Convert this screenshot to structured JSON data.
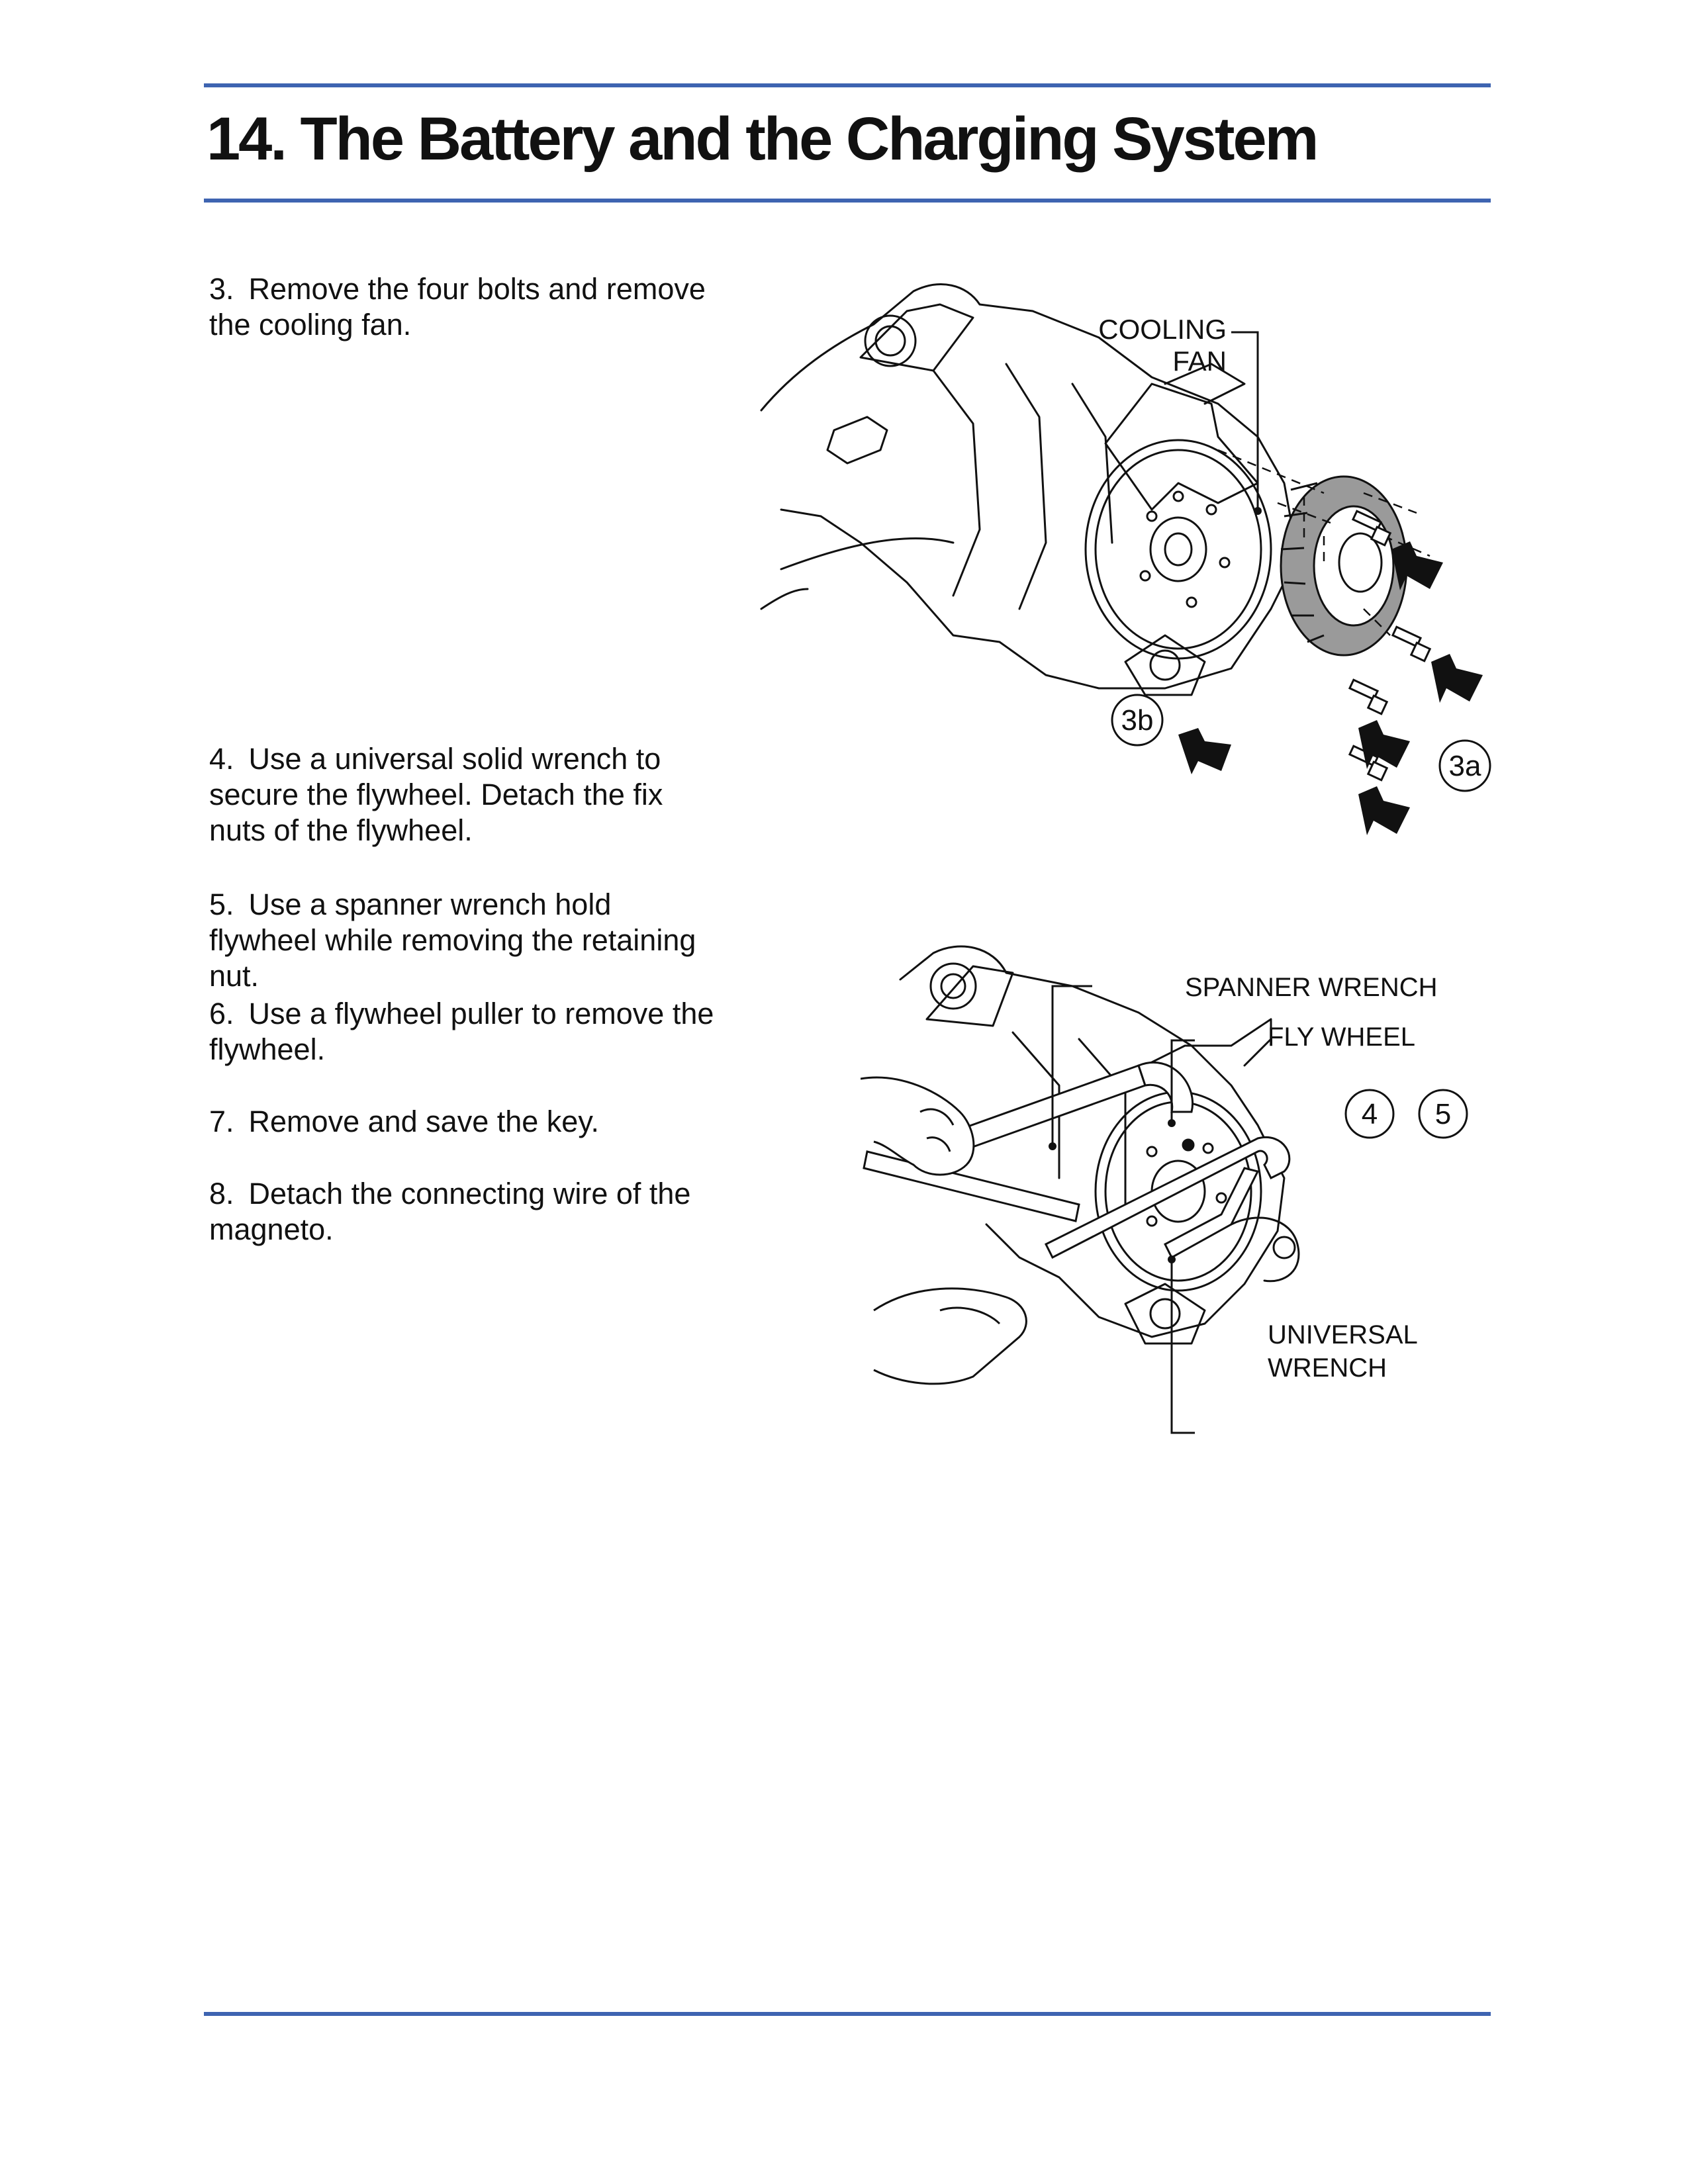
{
  "header": {
    "title": "14. The Battery and the Charging System"
  },
  "steps": [
    {
      "number": "3.",
      "text": "Remove the four bolts and remove the cooling fan."
    },
    {
      "number": "4.",
      "text": "Use a universal solid wrench to secure the flywheel. Detach the fix nuts of the flywheel."
    },
    {
      "number": "5.",
      "text": "Use a spanner wrench hold flywheel while removing the retaining nut."
    },
    {
      "number": "6.",
      "text": "Use a flywheel puller to remove the flywheel."
    },
    {
      "number": "7.",
      "text": "Remove and save the key."
    },
    {
      "number": "8.",
      "text": "Detach the connecting wire of the magneto."
    }
  ],
  "figure_fan": {
    "label_line1": "COOLING",
    "label_line2": "FAN",
    "callout_3b": "3b",
    "callout_3a": "3a"
  },
  "figure_flywheel": {
    "label_spanner": "SPANNER WRENCH",
    "label_flywheel": "FLY WHEEL",
    "label_universal_line1": "UNIVERSAL",
    "label_universal_line2": "WRENCH",
    "callout_4": "4",
    "callout_5": "5"
  },
  "colors": {
    "rule": "#3e64b1",
    "fan_fill": "#9a9a9a"
  }
}
